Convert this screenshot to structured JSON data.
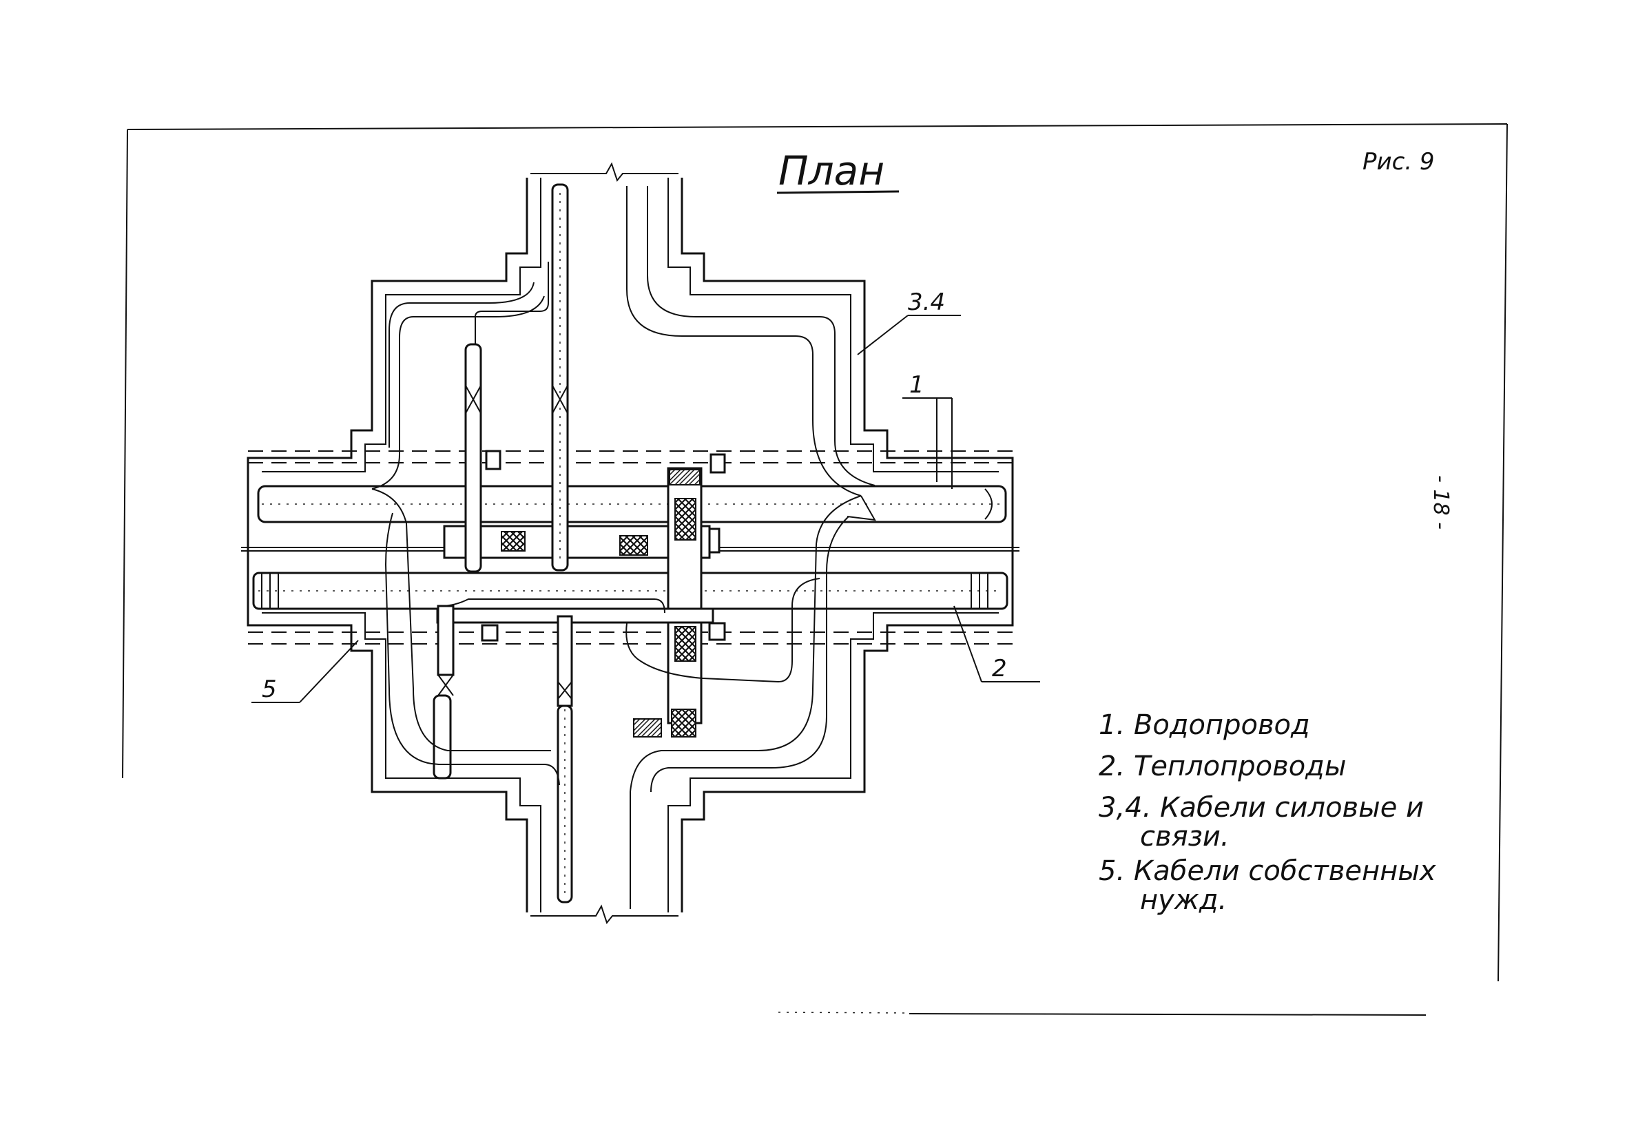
{
  "title": "План",
  "figure_label": "Рис. 9",
  "page_number": "- 18 -",
  "callouts": {
    "c34": "3.4",
    "c1": "1",
    "c2": "2",
    "c5": "5"
  },
  "legend": [
    {
      "line1": "1. Водопровод",
      "line2": ""
    },
    {
      "line1": "2. Теплопроводы",
      "line2": ""
    },
    {
      "line1": "3,4. Кабели силовые и",
      "line2": "связи."
    },
    {
      "line1": "5. Кабели собственных",
      "line2": "нужд."
    }
  ]
}
